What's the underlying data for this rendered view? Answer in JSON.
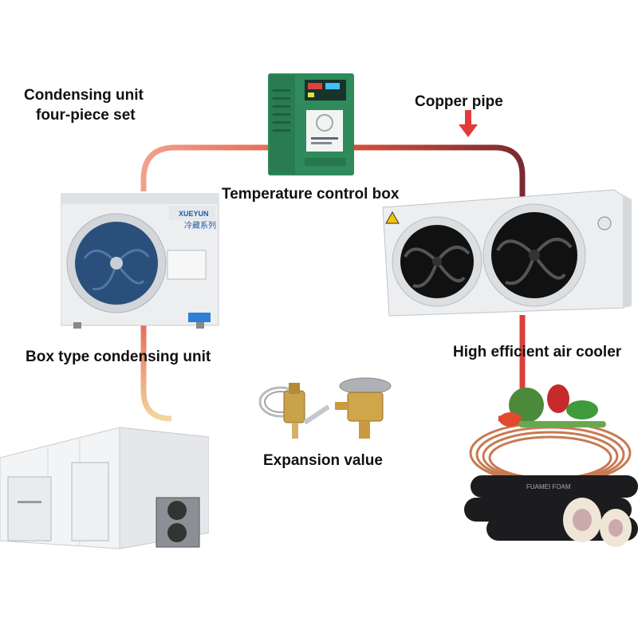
{
  "labels": {
    "title_line1": "Condensing unit",
    "title_line2": "four-piece set",
    "copper_pipe": "Copper pipe",
    "temperature_control_box": "Temperature control box",
    "box_type_condensing_unit": "Box type condensing unit",
    "high_efficient_air_cooler": "High efficient air cooler",
    "expansion_value": "Expansion value"
  },
  "product_marks": {
    "condensing_unit_brand": "XUEYUN",
    "condensing_unit_series": "冷藏系列",
    "foam_brand": "FUAMEI FOAM"
  },
  "colors": {
    "pipe_red": "#e0533c",
    "pipe_dark": "#7a2a30",
    "pipe_light": "#f2d6a0",
    "arrow_red": "#e23a3a",
    "control_box_green": "#2f8a5c"
  },
  "icons": {
    "arrow": "down-arrow-icon"
  }
}
